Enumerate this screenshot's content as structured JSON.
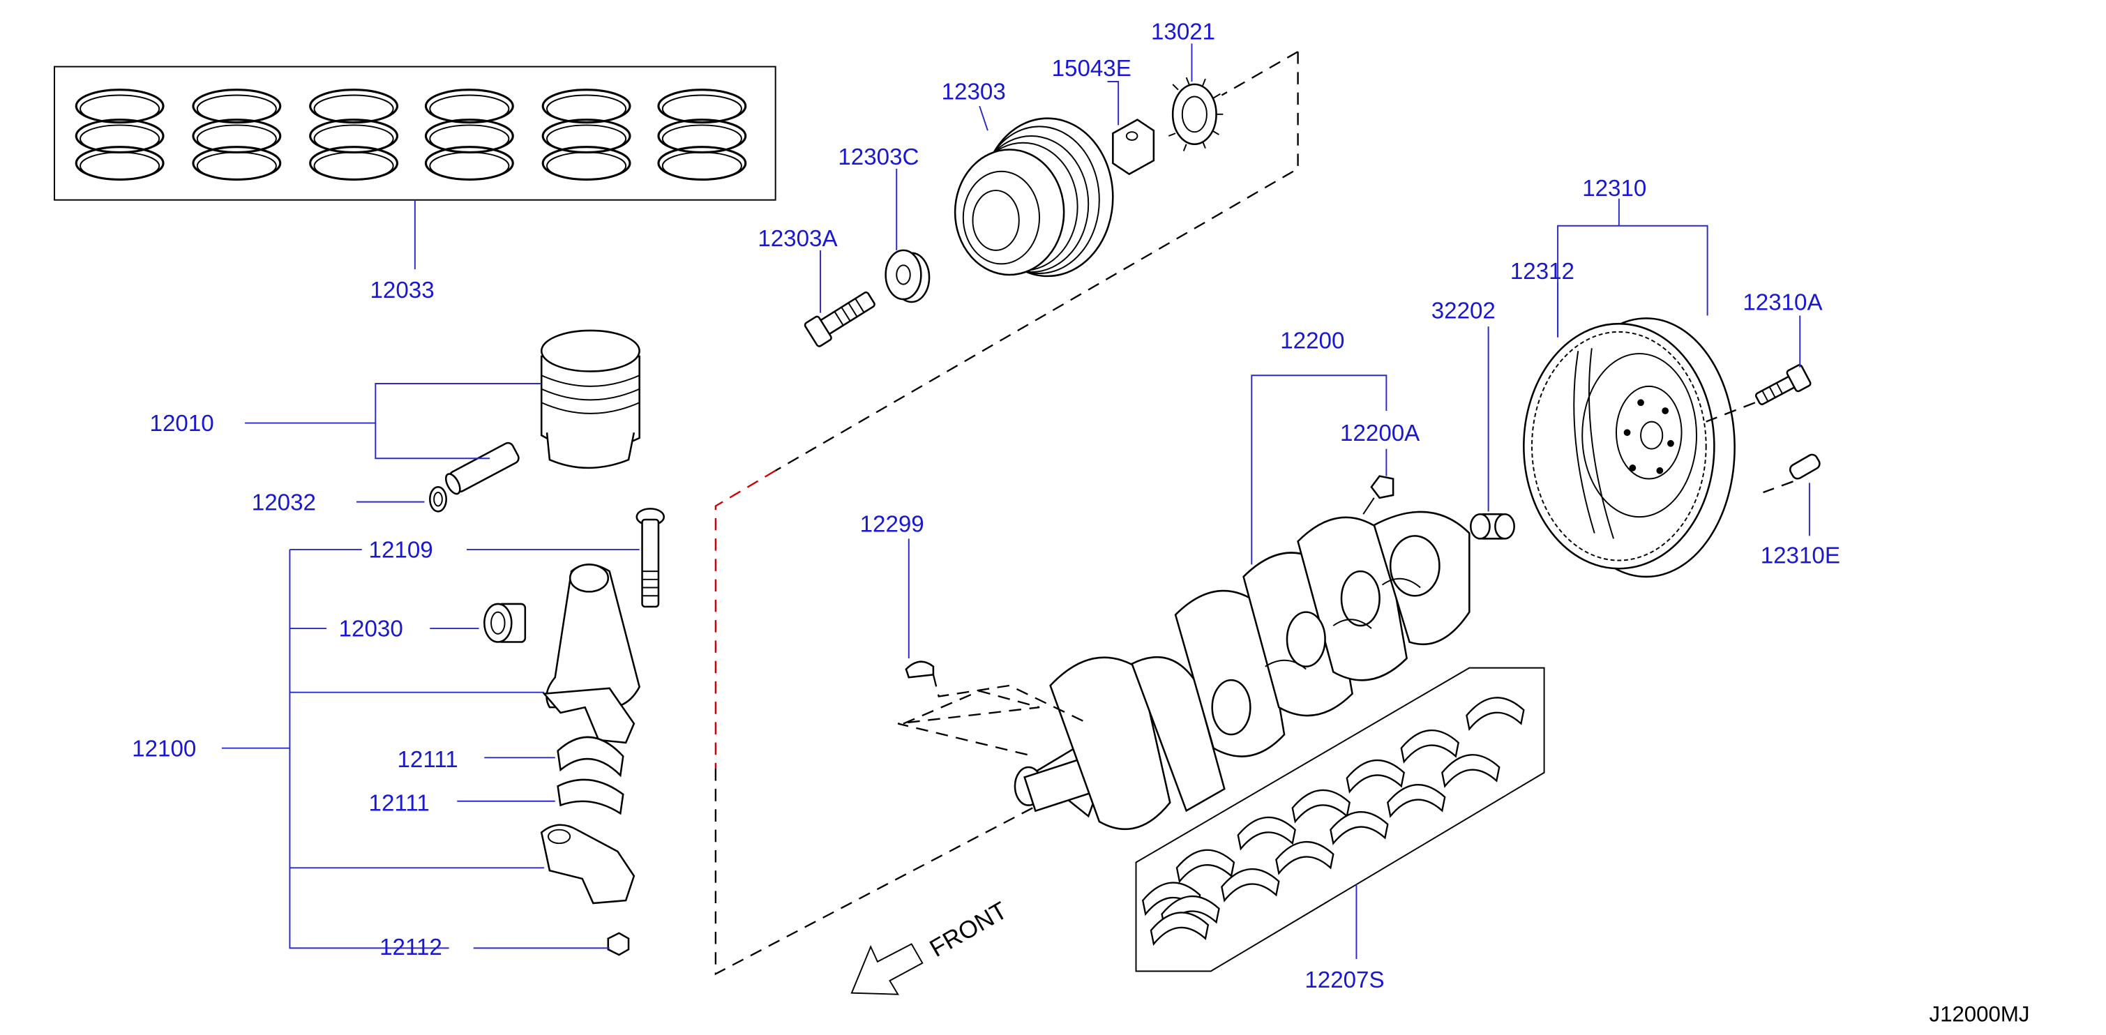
{
  "diagram_code": "J12000MJ",
  "front_label": "FRONT",
  "colors": {
    "label": "#1818d0",
    "leader": "#2a2acc",
    "line": "#000000",
    "accent_dash": "#d00000"
  },
  "labels": {
    "p12033": "12033",
    "p12010": "12010",
    "p12032": "12032",
    "p12109": "12109",
    "p12030": "12030",
    "p12100": "12100",
    "p12111a": "12111",
    "p12111b": "12111",
    "p12112": "12112",
    "p12303": "12303",
    "p15043E": "15043E",
    "p13021": "13021",
    "p12303C": "12303C",
    "p12303A": "12303A",
    "p12310": "12310",
    "p12312": "12312",
    "p12310A": "12310A",
    "p32202": "32202",
    "p12200": "12200",
    "p12200A": "12200A",
    "p12299": "12299",
    "p12310E": "12310E",
    "p12207S": "12207S"
  }
}
